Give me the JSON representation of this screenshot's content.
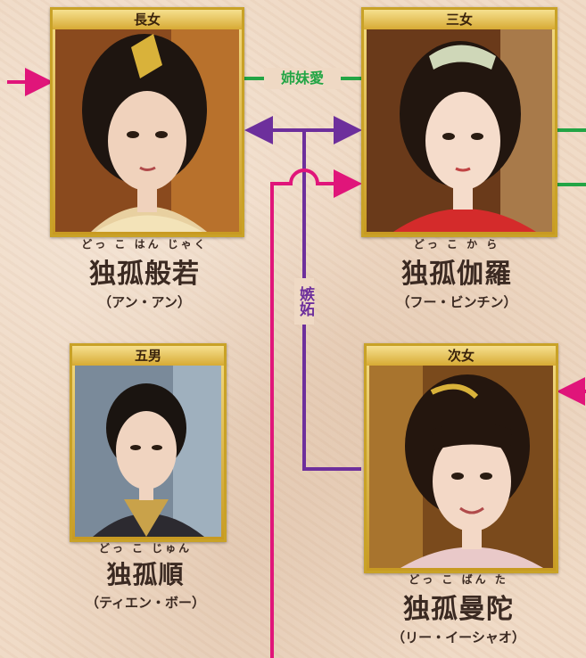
{
  "characters": [
    {
      "role": "長女",
      "furigana": "どっ こ はん じゃく",
      "name": "独孤般若",
      "actor": "（アン・アン）",
      "photo_icon": "woman-portrait-hairpin"
    },
    {
      "role": "三女",
      "furigana": "どっ こ か ら",
      "name": "独孤伽羅",
      "actor": "（フー・ビンチン）",
      "photo_icon": "woman-portrait-crown"
    },
    {
      "role": "五男",
      "furigana": "どっ こ じゅん",
      "name": "独孤順",
      "actor": "（ティエン・ボー）",
      "photo_icon": "man-portrait"
    },
    {
      "role": "次女",
      "furigana": "どっ こ ばん た",
      "name": "独孤曼陀",
      "actor": "（リー・イーシャオ）",
      "photo_icon": "woman-portrait-smiling"
    }
  ],
  "relations": {
    "sisterly_love": "姉妹愛",
    "jealousy": "嫉妬"
  },
  "colors": {
    "green": "#23a545",
    "purple": "#6d2f9c",
    "pink": "#e0157a",
    "gold": "#c9a227",
    "background": "#efd9c4"
  }
}
